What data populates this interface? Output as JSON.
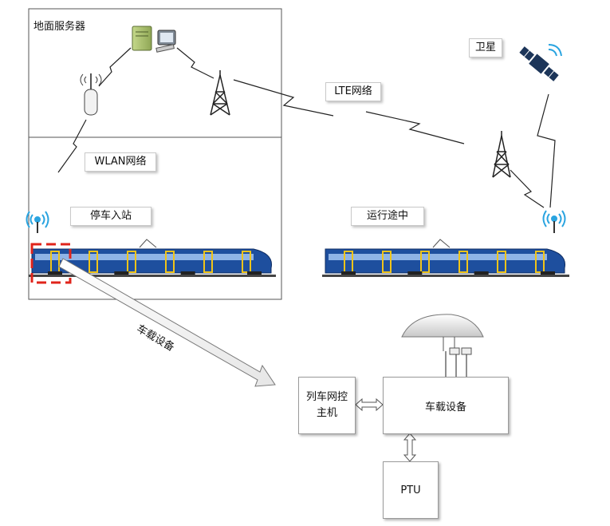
{
  "labels": {
    "ground_server": "地面服务器",
    "wlan_network": "WLAN网络",
    "lte_network": "LTE网络",
    "satellite": "卫星",
    "parked_in_station": "停车入站",
    "in_operation": "运行途中",
    "onboard_equipment_arrow": "车载设备"
  },
  "devices": {
    "train_network_host": "列车网控\n主机",
    "onboard_equipment": "车载设备",
    "ptu": "PTU"
  },
  "colors": {
    "train_body": "#1e4f9e",
    "train_stripe": "#f0c419",
    "dashed_marker": "#e0241b",
    "satellite": "#1c3559",
    "signal": "#2aa4e0"
  }
}
